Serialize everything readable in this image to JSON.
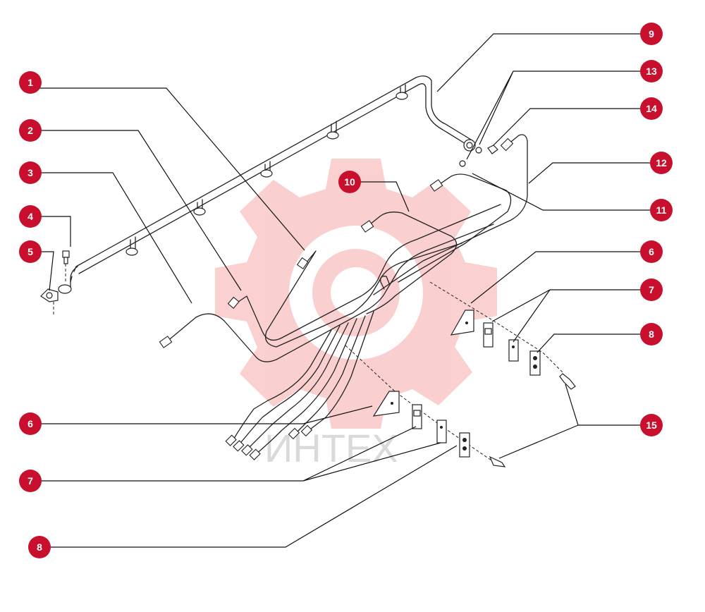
{
  "watermark": {
    "text": "ИНТЕХ",
    "color": "#f28b8b"
  },
  "callout_color": "#c8102e",
  "callouts": [
    "1",
    "2",
    "3",
    "4",
    "5",
    "6",
    "6",
    "7",
    "7",
    "8",
    "8",
    "9",
    "10",
    "11",
    "12",
    "13",
    "14",
    "15"
  ]
}
